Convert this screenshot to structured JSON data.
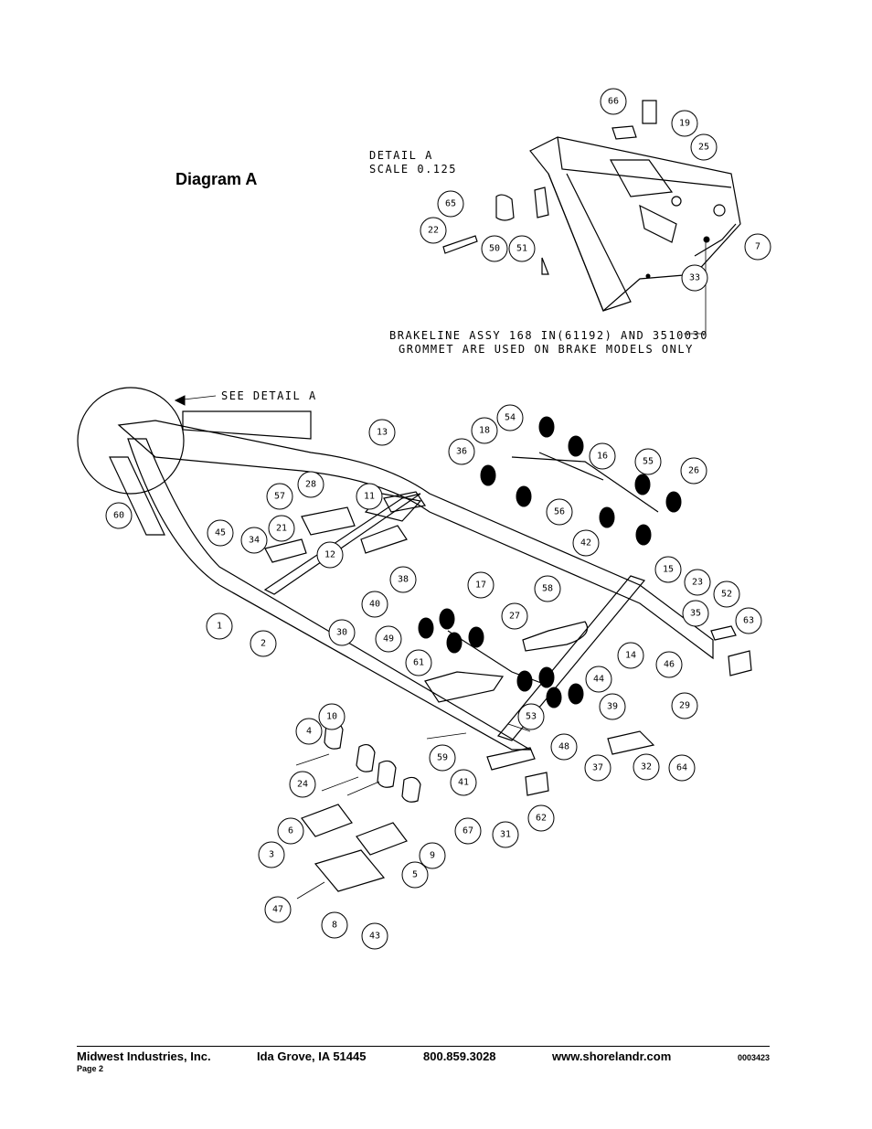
{
  "diagram": {
    "title": "Diagram A",
    "detail_label": "DETAIL  A",
    "detail_scale": "SCALE  0.125",
    "see_detail": "SEE DETAIL  A",
    "brakeline_note_1": "BRAKELINE ASSY 168 IN(61192) AND 3510030",
    "brakeline_note_2": "GROMMET ARE USED ON BRAKE MODELS ONLY",
    "callouts": [
      "66",
      "19",
      "25",
      "65",
      "22",
      "50",
      "51",
      "7",
      "33",
      "13",
      "54",
      "18",
      "36",
      "16",
      "55",
      "26",
      "28",
      "11",
      "57",
      "21",
      "12",
      "60",
      "45",
      "34",
      "38",
      "40",
      "1",
      "2",
      "30",
      "49",
      "56",
      "42",
      "15",
      "23",
      "52",
      "35",
      "63",
      "17",
      "58",
      "27",
      "14",
      "46",
      "61",
      "44",
      "29",
      "10",
      "4",
      "53",
      "39",
      "48",
      "37",
      "32",
      "64",
      "59",
      "24",
      "41",
      "67",
      "31",
      "62",
      "6",
      "9",
      "3",
      "5",
      "47",
      "8",
      "43"
    ]
  },
  "footer": {
    "company": "Midwest Industries, Inc.",
    "city": "Ida Grove, IA  51445",
    "phone": "800.859.3028",
    "website": "www.shorelandr.com",
    "doc_number": "0003423",
    "page": "Page 2"
  }
}
